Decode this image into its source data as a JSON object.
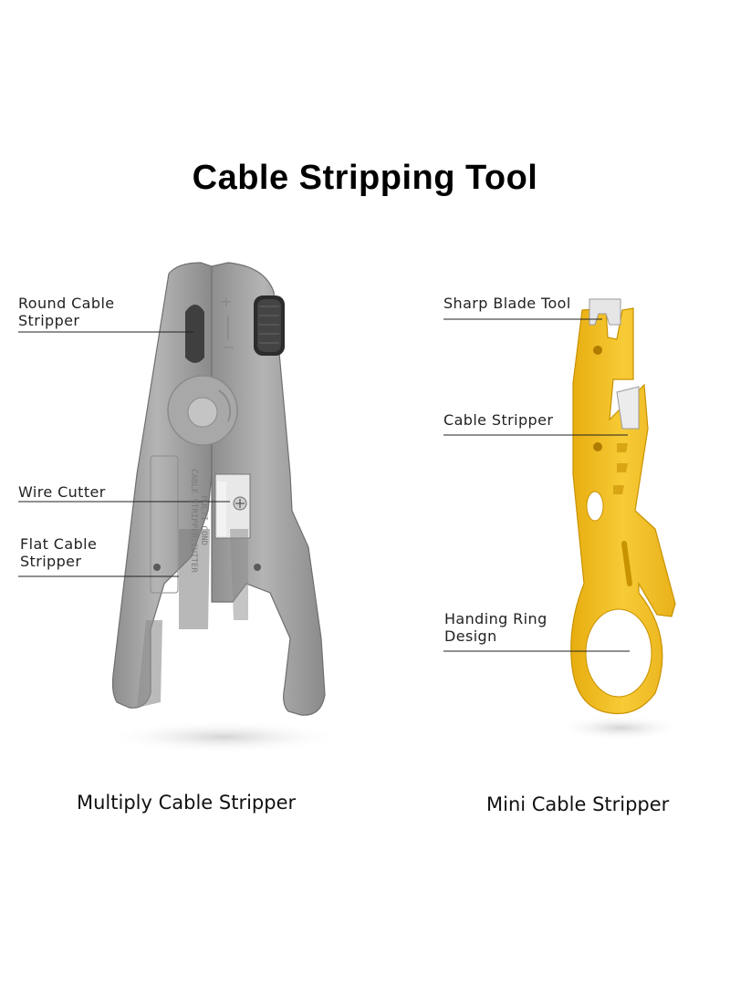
{
  "title": "Cable Stripping Tool",
  "left_tool": {
    "caption": "Multiply Cable Stripper",
    "body_text_line1": "MULTI-COND",
    "body_text_line2": "CABLE STRIPPER/CUTTER",
    "callouts": {
      "round_cable_stripper": "Round Cable\nStripper",
      "wire_cutter": "Wire Cutter",
      "flat_cable_stripper": "Flat Cable\nStripper"
    }
  },
  "right_tool": {
    "caption": "Mini Cable Stripper",
    "callouts": {
      "sharp_blade_tool": "Sharp Blade Tool",
      "cable_stripper": "Cable Stripper",
      "handing_ring_design": "Handing Ring\nDesign"
    }
  },
  "colors": {
    "left_tool_body": "#a9a9a9",
    "right_tool_body": "#f4c42a"
  }
}
